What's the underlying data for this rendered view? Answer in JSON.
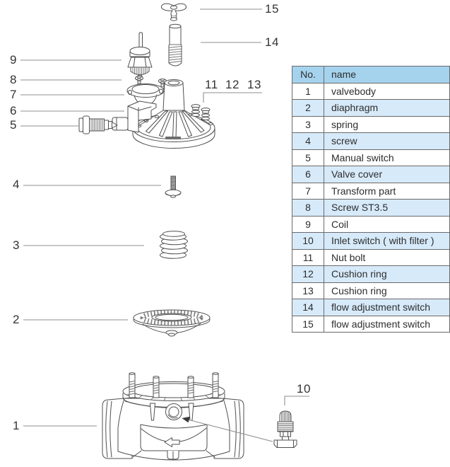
{
  "diagram": {
    "callouts": {
      "c1": "1",
      "c2": "2",
      "c3": "3",
      "c4": "4",
      "c5": "5",
      "c6": "6",
      "c7": "7",
      "c8": "8",
      "c9": "9",
      "c10": "10",
      "c11": "11",
      "c12": "12",
      "c13": "13",
      "c14": "14",
      "c15": "15"
    }
  },
  "table": {
    "header": {
      "no": "No.",
      "name": "name"
    },
    "rows": [
      {
        "no": "1",
        "name": "valvebody"
      },
      {
        "no": "2",
        "name": "diaphragm"
      },
      {
        "no": "3",
        "name": "spring"
      },
      {
        "no": "4",
        "name": "screw"
      },
      {
        "no": "5",
        "name": "Manual switch"
      },
      {
        "no": "6",
        "name": "Valve cover"
      },
      {
        "no": "7",
        "name": "Transform part"
      },
      {
        "no": "8",
        "name": "Screw ST3.5"
      },
      {
        "no": "9",
        "name": "Coil"
      },
      {
        "no": "10",
        "name": "Inlet switch ( with filter )"
      },
      {
        "no": "11",
        "name": "Nut bolt"
      },
      {
        "no": "12",
        "name": "Cushion ring"
      },
      {
        "no": "13",
        "name": "Cushion ring"
      },
      {
        "no": "14",
        "name": "flow adjustment switch"
      },
      {
        "no": "15",
        "name": "flow adjustment switch"
      }
    ]
  },
  "colors": {
    "table_header_bg": "#a5d3ee",
    "table_row_alt_bg": "#d7eafa",
    "line_art": "#4f4f4f",
    "leader_line": "#8f8f8f",
    "text": "#2d2d2d"
  }
}
